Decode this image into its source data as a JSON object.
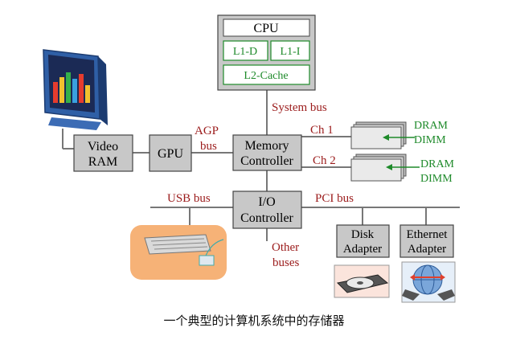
{
  "cpu": {
    "title": "CPU",
    "l1d": "L1-D",
    "l1i": "L1-I",
    "l2": "L2-Cache"
  },
  "buses": {
    "system": "System bus",
    "agp_1": "AGP",
    "agp_2": "bus",
    "usb": "USB bus",
    "pci": "PCI bus",
    "ch1": "Ch 1",
    "ch2": "Ch 2",
    "other_1": "Other",
    "other_2": "buses"
  },
  "components": {
    "memory_controller_1": "Memory",
    "memory_controller_2": "Controller",
    "gpu": "GPU",
    "video_ram_1": "Video",
    "video_ram_2": "RAM",
    "io_controller_1": "I/O",
    "io_controller_2": "Controller",
    "disk_adapter_1": "Disk",
    "disk_adapter_2": "Adapter",
    "ethernet_adapter_1": "Ethernet",
    "ethernet_adapter_2": "Adapter",
    "dimm1_1": "DRAM",
    "dimm1_2": "DIMM",
    "dimm2_1": "DRAM",
    "dimm2_2": "DIMM"
  },
  "caption": "一个典型的计算机系统中的存储器",
  "colors": {
    "bus_label": "#9b1b1b",
    "cache_green": "#1e8a2a",
    "box_gray": "#c8c8c8"
  },
  "icons": [
    "monitor-icon",
    "keyboard-icon",
    "disk-drive-icon",
    "network-icon",
    "dimm-module-icon"
  ]
}
